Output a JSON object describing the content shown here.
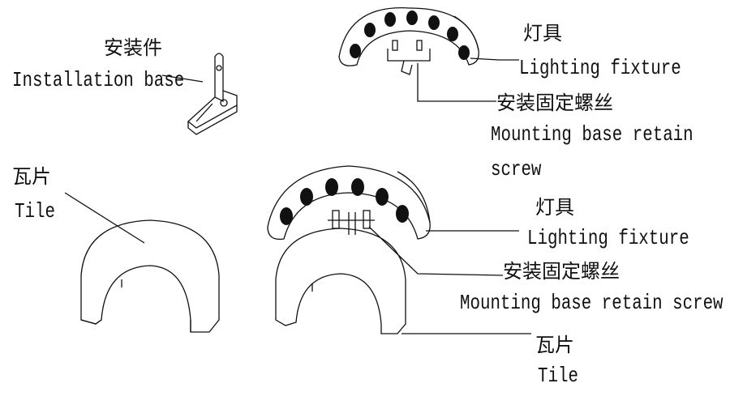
{
  "labels": {
    "installation_base_cn": "安装件",
    "installation_base_en": "Installation base",
    "fixture_top_cn": "灯具",
    "fixture_top_en": "Lighting fixture",
    "screw_top_cn": "安装固定螺丝",
    "screw_top_en_line1": "Mounting base retain",
    "screw_top_en_line2": "screw",
    "tile_left_cn": "瓦片",
    "tile_left_en": "Tile",
    "fixture_bottom_cn": "灯具",
    "fixture_bottom_en": "Lighting fixture",
    "screw_bottom_cn": "安装固定螺丝",
    "screw_bottom_en": "Mounting base retain screw",
    "tile_bottom_cn": "瓦片",
    "tile_bottom_en": "Tile"
  }
}
